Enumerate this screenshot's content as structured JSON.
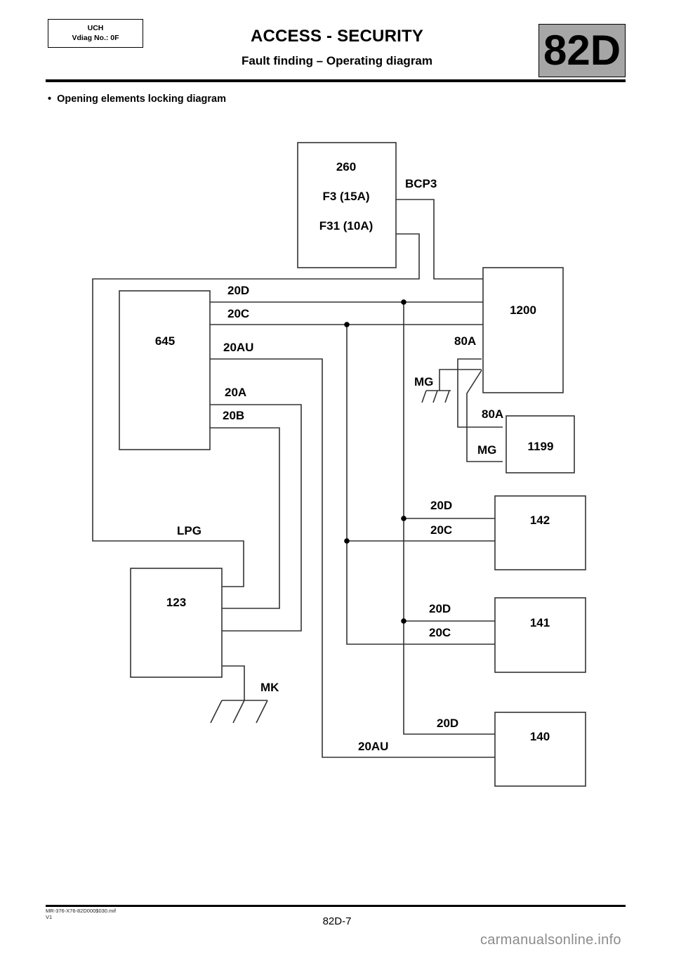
{
  "header": {
    "vehicle_box": {
      "line1": "UCH",
      "line2": "Vdiag No.: 0F"
    },
    "title": "ACCESS - SECURITY",
    "subtitle": "Fault finding – Operating diagram",
    "section_code": "82D",
    "section_code_bg": "#a6a6a6"
  },
  "bullet": {
    "symbol": "•",
    "text": "Opening elements locking diagram"
  },
  "diagram": {
    "components": [
      {
        "id": "260",
        "lines": [
          "260",
          "F3 (15A)",
          "F31 (10A)"
        ]
      },
      {
        "id": "1200",
        "lines": [
          "1200"
        ]
      },
      {
        "id": "645",
        "lines": [
          "645"
        ]
      },
      {
        "id": "1199",
        "lines": [
          "1199"
        ]
      },
      {
        "id": "142",
        "lines": [
          "142"
        ]
      },
      {
        "id": "141",
        "lines": [
          "141"
        ]
      },
      {
        "id": "140",
        "lines": [
          "140"
        ]
      },
      {
        "id": "123",
        "lines": [
          "123"
        ]
      }
    ],
    "wire_labels": {
      "bcp3": "BCP3",
      "d_645": "20D",
      "c_645": "20C",
      "au_645": "20AU",
      "a_645": "20A",
      "b_645": "20B",
      "a80_1200": "80A",
      "mg_ground": "MG",
      "a80_1199": "80A",
      "mg_1199": "MG",
      "d_142": "20D",
      "c_142": "20C",
      "d_141": "20D",
      "c_141": "20C",
      "d_140": "20D",
      "au_140": "20AU",
      "lpg": "LPG",
      "mk": "MK"
    },
    "grounds": [
      "MG",
      "MK"
    ],
    "junctions": [
      "20D bus",
      "20C bus"
    ]
  },
  "footer": {
    "reference": "MR-376-X76-82D000$030.mif",
    "version": "V1",
    "page": "82D-7"
  },
  "watermark": "carmanualsonline.info"
}
